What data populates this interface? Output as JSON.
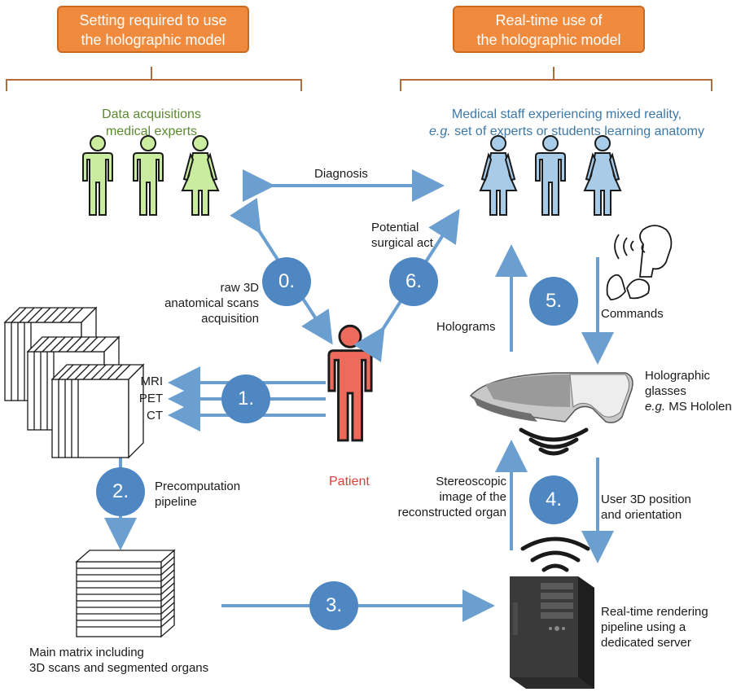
{
  "headers": {
    "left": [
      "Setting required to use",
      "the holographic model"
    ],
    "right": [
      "Real-time use of",
      "the holographic model"
    ]
  },
  "groups": {
    "experts": [
      "Data acquisitions",
      "medical experts"
    ],
    "staff": [
      "Medical staff experiencing mixed reality,",
      "e.g. set of experts or students learning anatomy"
    ]
  },
  "steps": [
    "0.",
    "1.",
    "2.",
    "3.",
    "4.",
    "5.",
    "6."
  ],
  "labels": {
    "diagnosis": "Diagnosis",
    "surgical": [
      "Potential",
      "surgical act"
    ],
    "scans": [
      "raw 3D",
      "anatomical scans",
      "acquisition"
    ],
    "modalities": [
      "MRI",
      "PET",
      "CT"
    ],
    "patient": "Patient",
    "holograms": "Holograms",
    "commands": "Commands",
    "glasses": [
      "Holographic",
      "glasses",
      "e.g. MS Hololens"
    ],
    "precomputation": [
      "Precomputation",
      "pipeline"
    ],
    "stereo": [
      "Stereoscopic",
      "image of the",
      "reconstructed organ"
    ],
    "user_pos": [
      "User 3D position",
      "and orientation"
    ],
    "matrix": [
      "Main matrix including",
      "3D scans and segmented organs"
    ],
    "server": [
      "Real-time rendering",
      "pipeline using a",
      "dedicated server"
    ]
  },
  "colors": {
    "header_fill": "#f08a3c",
    "arrow": "#6a9fd0",
    "badge": "#4f87c2",
    "expert_fill": "#c9ec9f",
    "staff_fill": "#a8cbe8",
    "patient_fill": "#ee6a5d",
    "bracket": "#b46a3a"
  }
}
